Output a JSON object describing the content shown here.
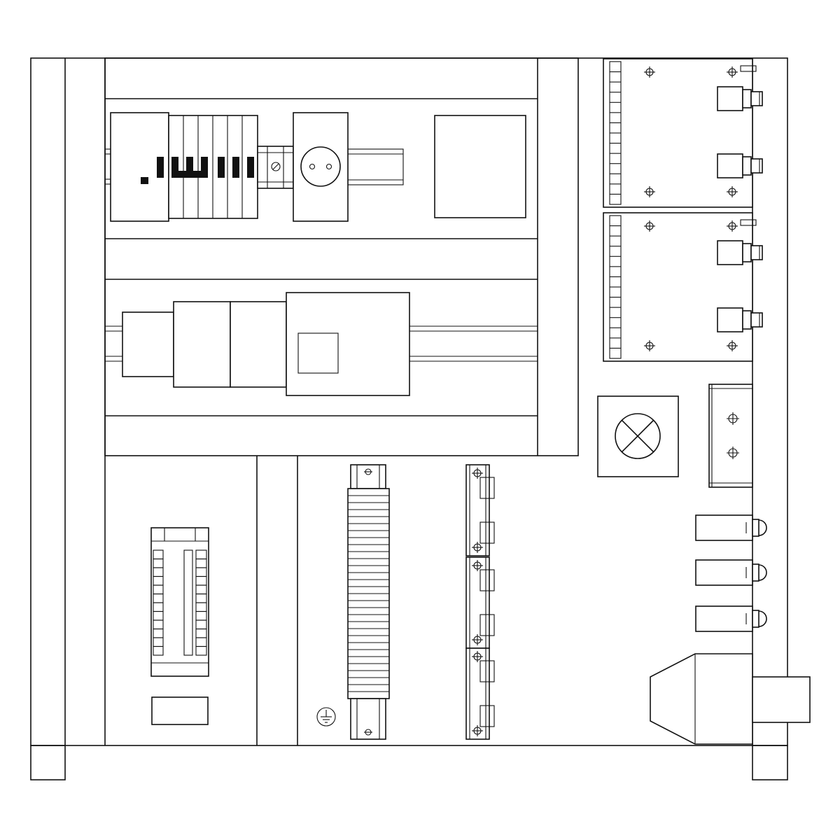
{
  "drawing": {
    "colors": {
      "line": "#111111",
      "background": "#ffffff"
    },
    "icons": {
      "ground_symbol": "ground-icon",
      "pilot_lamp_symbol": "indicator-lamp-icon",
      "socket_symbol": "power-socket-icon"
    },
    "components": {
      "din_rail_modules": "circuit-breakers-and-socket",
      "relay_boards": 2,
      "terminal_blocks": 3,
      "push_buttons": 3
    }
  }
}
